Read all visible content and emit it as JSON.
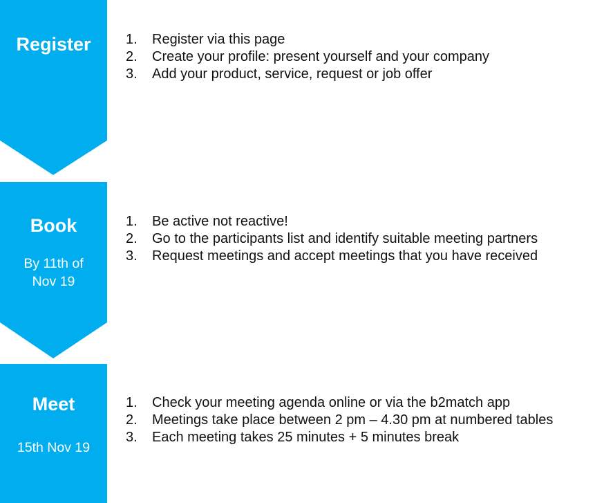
{
  "colors": {
    "step_fill": "#00ADEF",
    "label_text": "#FFFFFF",
    "list_text": "#111111"
  },
  "steps": [
    {
      "title": "Register",
      "date": "",
      "items": [
        {
          "num": "1.",
          "text": "Register via this page"
        },
        {
          "num": "2.",
          "text": "Create your profile: present yourself and your company"
        },
        {
          "num": "3.",
          "text": "Add your product, service, request or job offer"
        }
      ]
    },
    {
      "title": "Book",
      "date": "By 11th of Nov 19",
      "items": [
        {
          "num": "1.",
          "text": "Be active not reactive!"
        },
        {
          "num": "2.",
          "text": "Go to the participants list and identify suitable meeting partners"
        },
        {
          "num": "3.",
          "text": "Request meetings and accept meetings that you have received"
        }
      ]
    },
    {
      "title": "Meet",
      "date": "15th Nov 19",
      "items": [
        {
          "num": "1.",
          "text": "Check your meeting agenda online or via the b2match app"
        },
        {
          "num": "2.",
          "text": "Meetings take place between 2 pm – 4.30 pm at numbered tables"
        },
        {
          "num": "3.",
          "text": "Each meeting takes 25 minutes + 5 minutes break"
        }
      ]
    }
  ]
}
